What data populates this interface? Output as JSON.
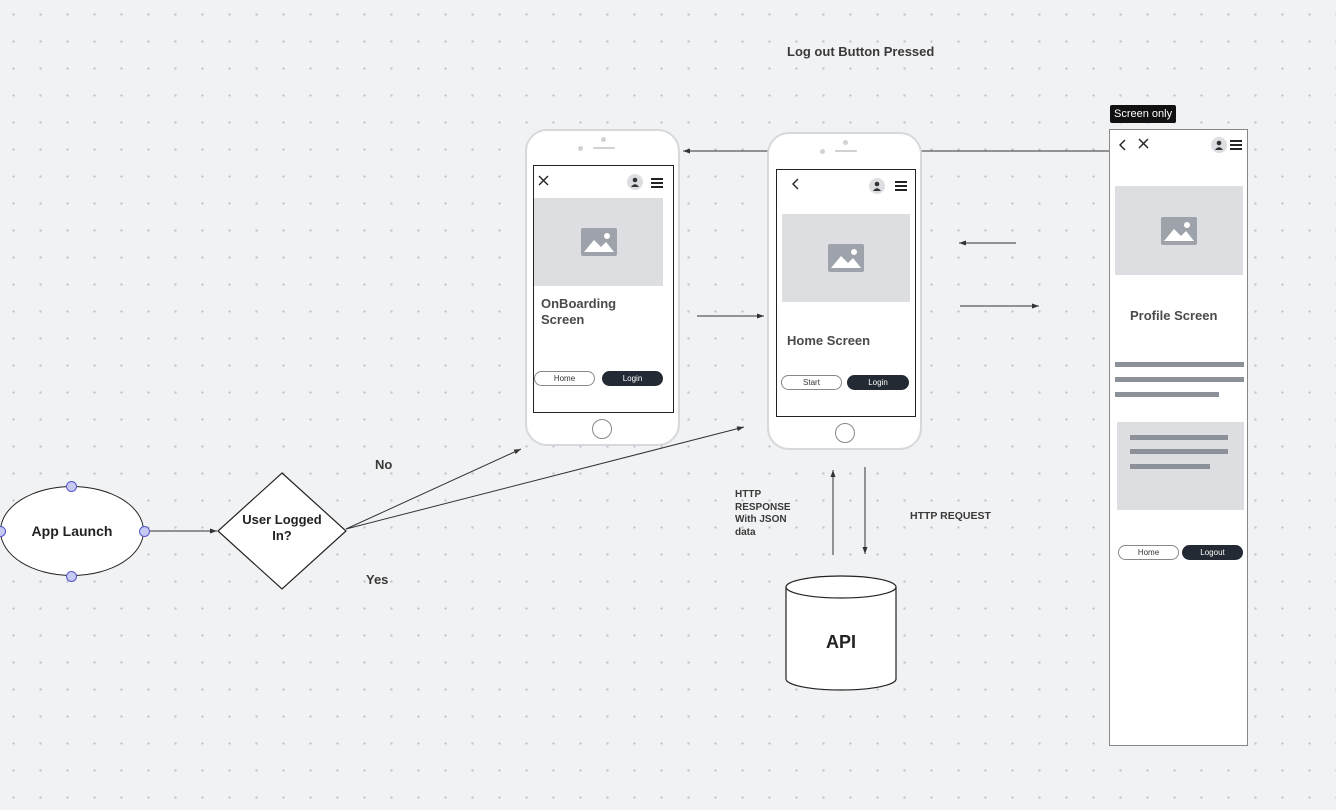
{
  "diagram": {
    "logout_label": "Log out Button Pressed",
    "start_node": "App Launch",
    "decision_node": "User Logged In?",
    "no_label": "No",
    "yes_label": "Yes",
    "http_response_lines": [
      "HTTP",
      "RESPONSE",
      "With JSON",
      "data"
    ],
    "http_request_label": "HTTP REQUEST",
    "api_label": "API"
  },
  "onboarding": {
    "title_lines": [
      "OnBoarding",
      "Screen"
    ],
    "left_button": "Home",
    "right_button": "Login"
  },
  "home": {
    "title": "Home Screen",
    "left_button": "Start",
    "right_button": "Login"
  },
  "profile": {
    "badge": "Screen only",
    "title": "Profile Screen",
    "left_button": "Home",
    "right_button": "Logout"
  },
  "colors": {
    "background": "#f1f2f4",
    "dark_button": "#232a33",
    "placeholder": "#dcdee2",
    "handle": "#c7c9f5"
  },
  "icons": [
    "close-icon",
    "back-icon",
    "user-icon",
    "hamburger-icon",
    "image-icon"
  ]
}
